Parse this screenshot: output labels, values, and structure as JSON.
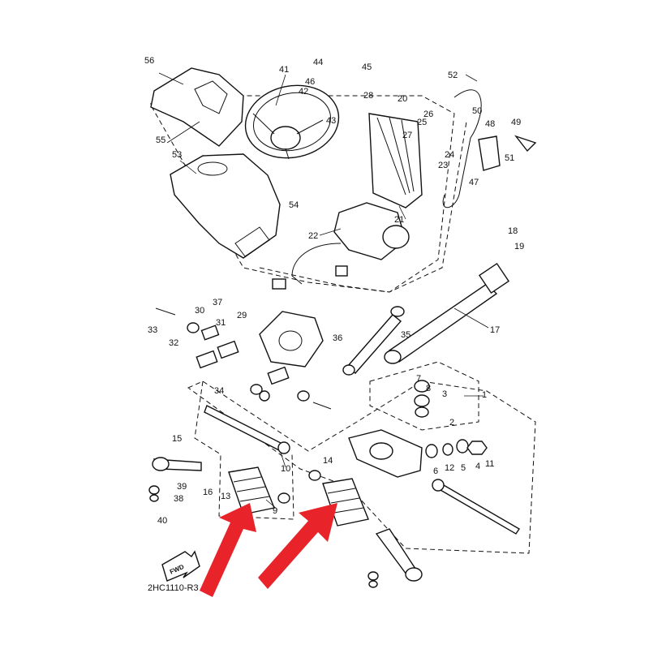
{
  "diagram": {
    "code": "2HC1110-R3",
    "fwd_label": "FWD",
    "callouts": [
      "1",
      "2",
      "3",
      "4",
      "5",
      "6",
      "7",
      "8",
      "9",
      "10",
      "11",
      "12",
      "13",
      "14",
      "15",
      "16",
      "17",
      "18",
      "19",
      "20",
      "21",
      "22",
      "23",
      "24",
      "25",
      "26",
      "27",
      "28",
      "29",
      "30",
      "31",
      "32",
      "33",
      "34",
      "35",
      "36",
      "37",
      "38",
      "39",
      "40",
      "41",
      "42",
      "43",
      "44",
      "45",
      "46",
      "47",
      "48",
      "49",
      "50",
      "51",
      "52",
      "53",
      "54",
      "55",
      "56"
    ],
    "highlight_color": "#e8242a",
    "highlight_arrows": 2,
    "highlighted_part": "9"
  }
}
